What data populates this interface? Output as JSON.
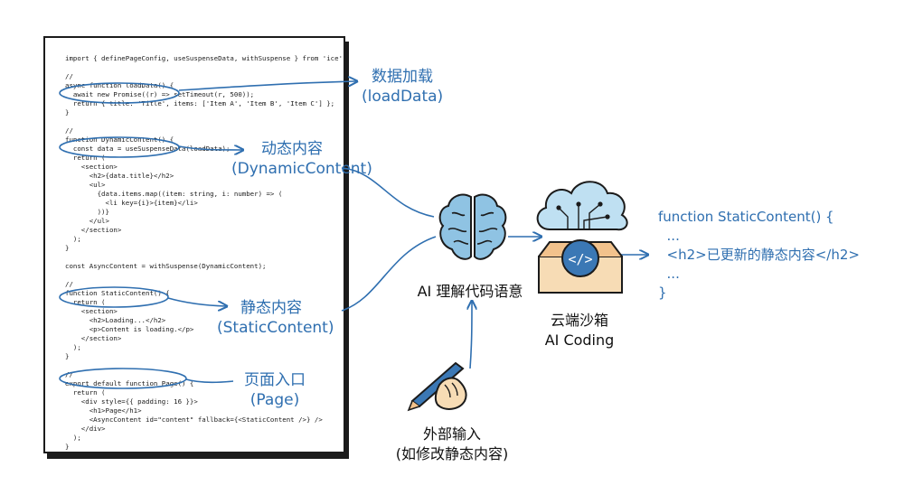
{
  "code_lines": [
    "import { definePageConfig, useSuspenseData, withSuspense } from 'ice';",
    "",
    "//",
    "async function loadData() {",
    "  await new Promise((r) => setTimeout(r, 500));",
    "  return { title: 'Title', items: ['Item A', 'Item B', 'Item C'] };",
    "}",
    "",
    "//",
    "function DynamicContent() {",
    "  const data = useSuspenseData(loadData);",
    "  return (",
    "    <section>",
    "      <h2>{data.title}</h2>",
    "      <ul>",
    "        {data.items.map((item: string, i: number) => (",
    "          <li key={i}>{item}</li>",
    "        ))}",
    "      </ul>",
    "    </section>",
    "  );",
    "}",
    "",
    "const AsyncContent = withSuspense(DynamicContent);",
    "",
    "//",
    "function StaticContent() {",
    "  return (",
    "    <section>",
    "      <h2>Loading...</h2>",
    "      <p>Content is loading.</p>",
    "    </section>",
    "  );",
    "}",
    "",
    "//",
    "export default function Page() {",
    "  return (",
    "    <div style={{ padding: 16 }}>",
    "      <h1>Page</h1>",
    "      <AsyncContent id=\"content\" fallback={<StaticContent />} />",
    "    </div>",
    "  );",
    "}"
  ],
  "labels": {
    "load_data": [
      "数据加载",
      "(loadData)"
    ],
    "dynamic": [
      "动态内容",
      "(DynamicContent)"
    ],
    "static": [
      "静态内容",
      "(StaticContent)"
    ],
    "page": [
      "页面入口",
      "(Page)"
    ],
    "ai_understand": "AI 理解代码语意",
    "sandbox": [
      "云端沙箱",
      "AI Coding"
    ],
    "external": [
      "外部输入",
      "(如修改静态内容)"
    ]
  },
  "output_code": [
    "function StaticContent() {",
    "  ...",
    "  <h2>已更新的静态内容</h2>",
    "  ...",
    "}"
  ],
  "colors": {
    "accent": "#2f6fb0",
    "ink": "#1b1b1b",
    "brain": "#8fc3e3"
  },
  "icons": [
    "brain-icon",
    "cloud-chip-icon",
    "code-box-icon",
    "pen-hand-icon"
  ]
}
